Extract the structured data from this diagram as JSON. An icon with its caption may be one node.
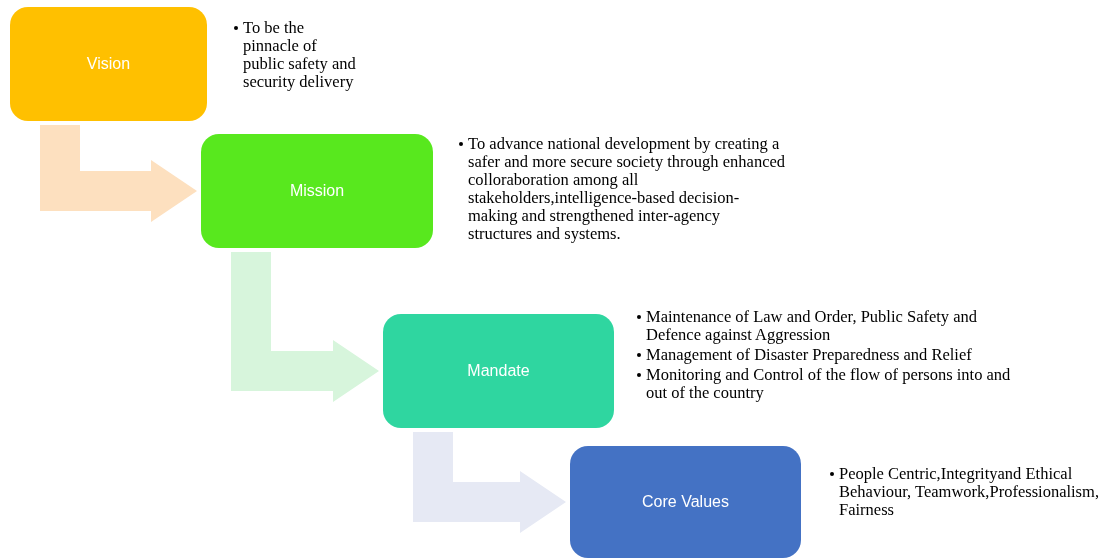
{
  "diagram": {
    "nodes": [
      {
        "text": [
          "Vision"
        ],
        "beside": [
          "To be the pinnacle of public safety and security delivery"
        ]
      },
      {
        "text": [
          "Mission"
        ],
        "beside": [
          "To advance national development by creating a safer and more secure society through enhanced colloraboration among all stakeholders,intelligence-based decision-making and strengthened inter-agency structures and systems."
        ]
      },
      {
        "text": [
          "Mandate"
        ],
        "beside": [
          "Maintenance of Law and Order, Public Safety and Defence against Aggression",
          "Management of Disaster Preparedness and Relief",
          "Monitoring and Control of the flow of persons into and out of the country"
        ]
      },
      {
        "text": [
          "Core Values"
        ],
        "beside": [
          "People Centric,Integrityand Ethical Behaviour, Teamwork,Professionalism, Fairness"
        ]
      }
    ],
    "edges": [
      {
        "from": 0,
        "to": 1,
        "arrow": "to",
        "color": "#fde0bf"
      },
      {
        "from": 1,
        "to": 2,
        "arrow": "to",
        "color": "#d7f5dc"
      },
      {
        "from": 2,
        "to": 3,
        "arrow": "to",
        "color": "#e6e9f4"
      }
    ]
  }
}
